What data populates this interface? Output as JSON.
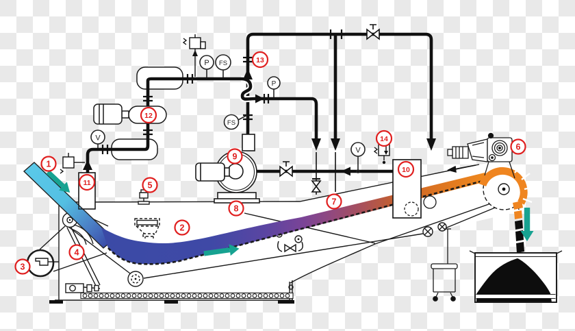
{
  "diagram": {
    "title": "belt-thickener-process-diagram",
    "part_labels": [
      "1",
      "2",
      "3",
      "4",
      "5",
      "6",
      "7",
      "8",
      "9",
      "10",
      "11",
      "12",
      "13",
      "14"
    ],
    "gauges": {
      "p1": "P",
      "fs1": "FS",
      "p2": "P",
      "fs2": "FS",
      "v1": "V",
      "v2": "V"
    },
    "colors": {
      "label_red": "#e01f1f",
      "pipe_black": "#111111",
      "machine_line": "#1a1a1a",
      "teal_arrow": "#17a291",
      "chute_cyan": "#58c8e9",
      "sludge_blue": "#3b4aa6",
      "sludge_purple": "#7a4497",
      "sludge_orange": "#f08a1e",
      "cake_black": "#0d0d0d",
      "checker_gray": "#e9e9e9"
    },
    "sludge_gradient": [
      "#3b4aa6",
      "#3f49a6",
      "#5a45a2",
      "#7a4497",
      "#93497c",
      "#aa5158",
      "#c4602f",
      "#d97122",
      "#f08a1e"
    ],
    "chute_gradient": [
      "#5ac9e9",
      "#54bfe2",
      "#4a7cc4",
      "#3a4ba8"
    ]
  }
}
